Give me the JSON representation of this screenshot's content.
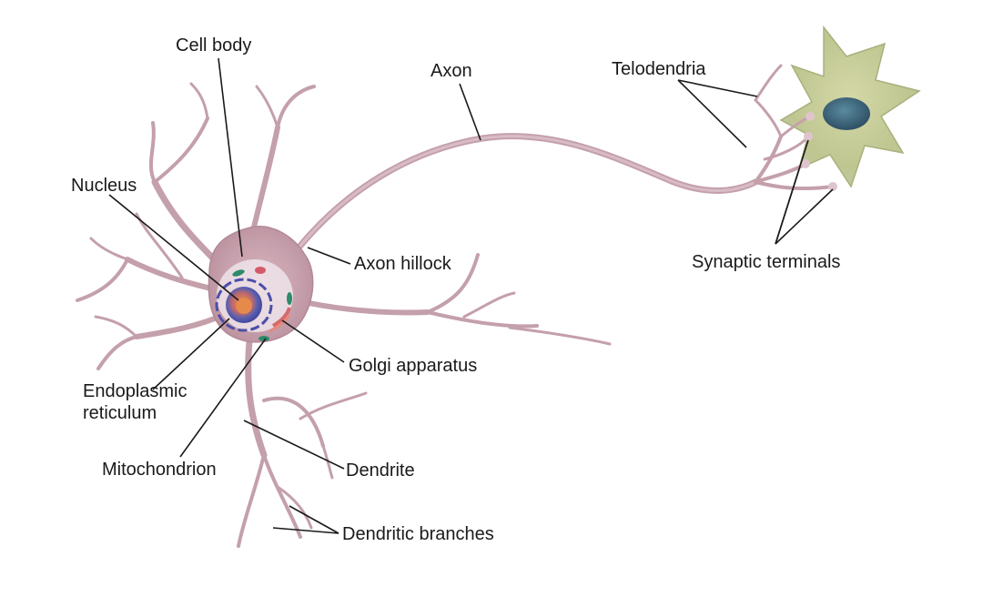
{
  "labels": {
    "cell_body": "Cell body",
    "axon": "Axon",
    "telodendria": "Telodendria",
    "nucleus": "Nucleus",
    "axon_hillock": "Axon hillock",
    "synaptic_terminals": "Synaptic terminals",
    "golgi_apparatus": "Golgi apparatus",
    "endoplasmic_reticulum_line1": "Endoplasmic",
    "endoplasmic_reticulum_line2": "reticulum",
    "mitochondrion": "Mitochondrion",
    "dendrite": "Dendrite",
    "dendritic_branches": "Dendritic branches"
  },
  "colors": {
    "membrane": "#c9a2ae",
    "membrane_dark": "#a87684",
    "membrane_light": "#e0c4cc",
    "soma_highlight": "#8fb4d6",
    "nucleus_outer": "#4a4fa8",
    "nucleus_inner": "#e07c4a",
    "target_cell": "#c4cc92",
    "target_nucleus": "#3d6478",
    "leader_line": "#1a1a1a"
  }
}
